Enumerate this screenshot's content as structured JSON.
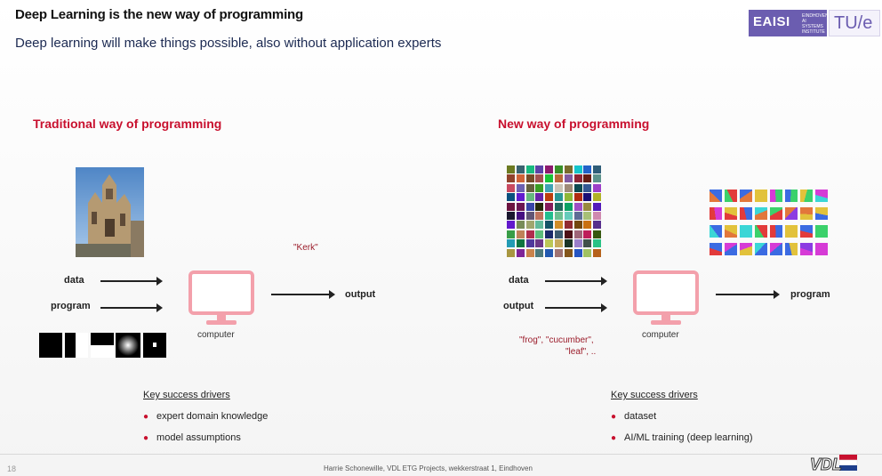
{
  "header": {
    "title": "Deep Learning is the new way of programming",
    "subtitle": "Deep learning will make things possible, also without application experts"
  },
  "logos": {
    "eaisi": "EAISI",
    "eaisi_sub": [
      "EINDHOVEN",
      "AI SYSTEMS",
      "INSTITUTE"
    ],
    "tue": "TU/e",
    "vdl": "VDL"
  },
  "traditional": {
    "heading": "Traditional way of programming",
    "input1": "data",
    "input2": "program",
    "quote": "\"Kerk\"",
    "output": "output",
    "computer": "computer",
    "key_header": "Key success drivers",
    "bullets": [
      "expert domain knowledge",
      "model assumptions"
    ]
  },
  "new": {
    "heading": "New way of programming",
    "input1": "data",
    "input2": "output",
    "labels_line1": "\"frog\", \"cucumber\",",
    "labels_line2": "\"leaf\", ..",
    "output": "program",
    "computer": "computer",
    "key_header": "Key success drivers",
    "bullets": [
      "dataset",
      "AI/ML training (deep learning)"
    ]
  },
  "footer": {
    "page": "18",
    "text": "Harrie Schonewille, VDL ETG Projects, wekkerstraat 1, Eindhoven"
  },
  "colors": {
    "accent_red": "#c8102e",
    "monitor_pink": "#f3a0ab",
    "eaisi_purple": "#6b5db0"
  }
}
